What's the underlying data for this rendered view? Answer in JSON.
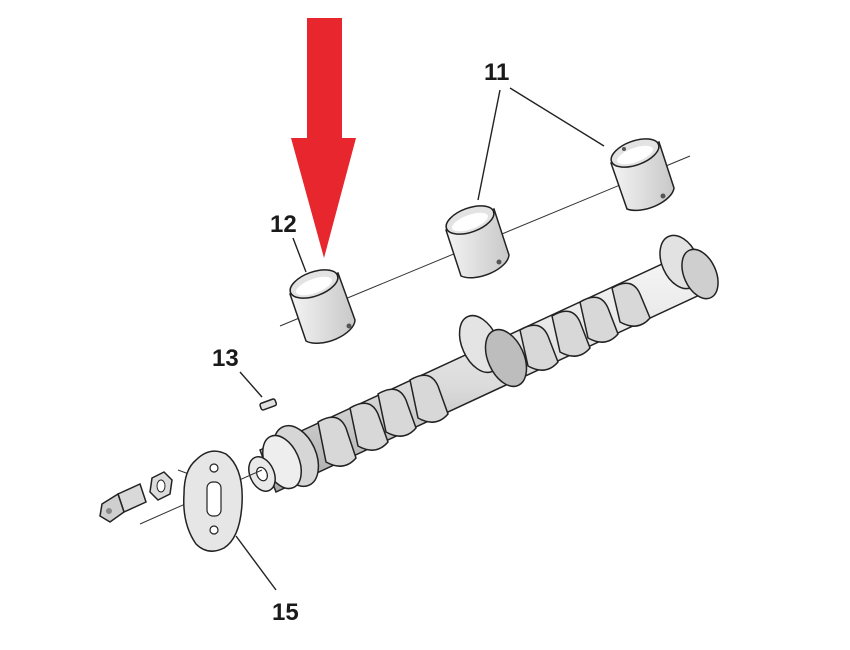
{
  "diagram": {
    "callouts": {
      "bearing_pair": "11",
      "bearing_single": "12",
      "pin": "13",
      "plate": "15"
    },
    "colors": {
      "arrow": "#e8262e",
      "part_fill": "#ececec",
      "part_shade": "#c9c9c9",
      "line": "#222222"
    },
    "icons": {
      "pointer": "down-arrow-icon"
    }
  }
}
